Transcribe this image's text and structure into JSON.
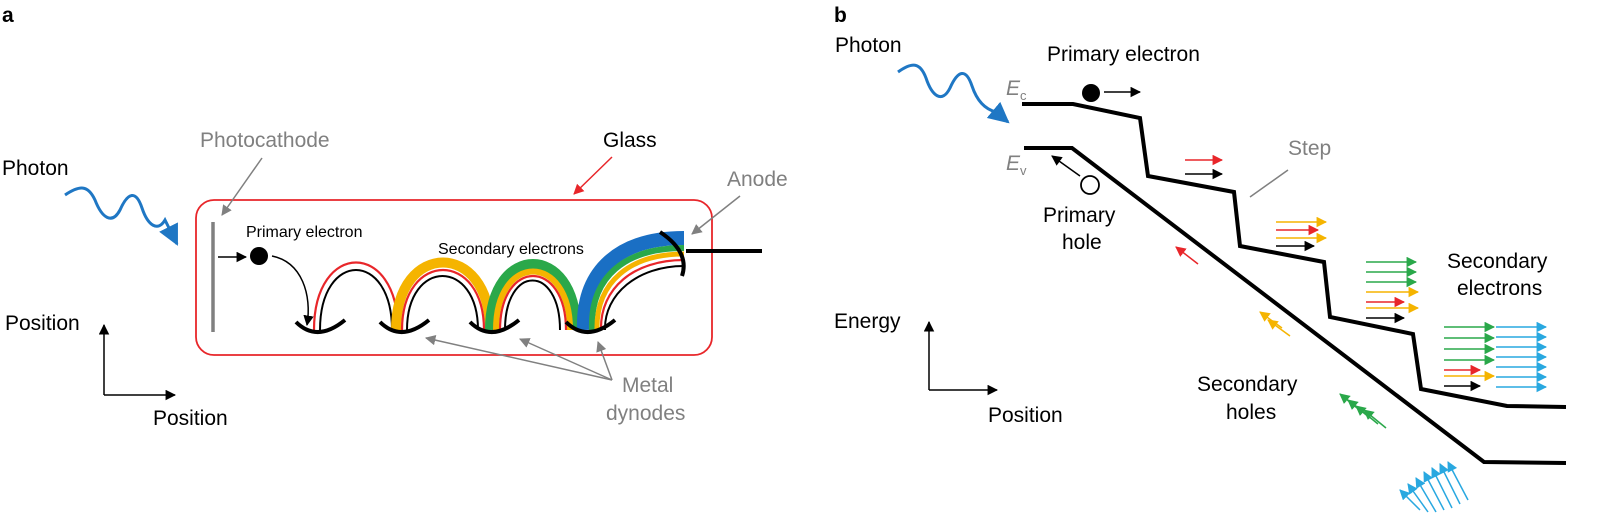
{
  "panel_a": {
    "label": "a",
    "photon": "Photon",
    "photocathode": "Photocathode",
    "glass": "Glass",
    "anode": "Anode",
    "primary_electron": "Primary electron",
    "secondary_electrons": "Secondary electrons",
    "metal_dynodes_line1": "Metal",
    "metal_dynodes_line2": "dynodes",
    "axis_y": "Position",
    "axis_x": "Position"
  },
  "panel_b": {
    "label": "b",
    "photon": "Photon",
    "primary_electron": "Primary electron",
    "ec_main": "E",
    "ec_sub": "c",
    "ev_main": "E",
    "ev_sub": "v",
    "step": "Step",
    "primary_hole_line1": "Primary",
    "primary_hole_line2": "hole",
    "secondary_electrons_line1": "Secondary",
    "secondary_electrons_line2": "electrons",
    "secondary_holes_line1": "Secondary",
    "secondary_holes_line2": "holes",
    "axis_y": "Energy",
    "axis_x": "Position"
  },
  "colors": {
    "photon": "#1f77c4",
    "glass": "#e8262a",
    "gray": "#808080",
    "red": "#e8262a",
    "yellow": "#f5b400",
    "green": "#2aa84a",
    "blue": "#1a6fc4",
    "cyan": "#29a8e0"
  }
}
